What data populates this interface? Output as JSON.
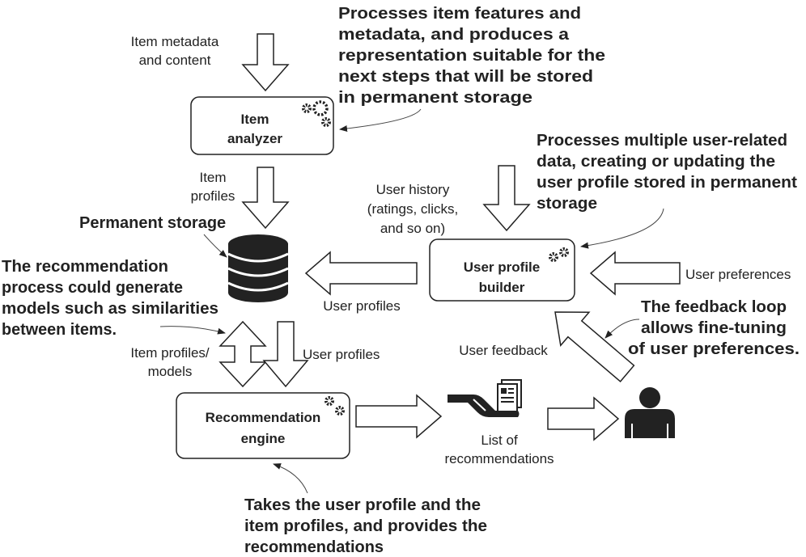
{
  "labels": {
    "item_metadata": [
      "Item metadata",
      "and content"
    ],
    "item_profiles": [
      "Item",
      "profiles"
    ],
    "user_history": [
      "User history",
      "(ratings, clicks,",
      "and so on)"
    ],
    "user_profiles_left": "User profiles",
    "item_profiles_models": [
      "Item profiles/",
      "models"
    ],
    "user_profiles_down": "User profiles",
    "user_preferences": "User preferences",
    "user_feedback": "User feedback",
    "list_of_recommendations": [
      "List of",
      "recommendations"
    ]
  },
  "boxes": {
    "item_analyzer": [
      "Item",
      "analyzer"
    ],
    "user_profile_builder": [
      "User profile",
      "builder"
    ],
    "recommendation_engine": [
      "Recommendation",
      "engine"
    ]
  },
  "storage_title": "Permanent storage",
  "notes": {
    "item_analyzer": [
      "Processes item features and",
      "metadata, and produces a",
      "representation suitable for the",
      "next steps that will be stored",
      "in permanent storage"
    ],
    "user_profile_builder": [
      "Processes multiple user-related",
      "data, creating or updating the",
      "user profile stored in permanent",
      "storage"
    ],
    "recommendation_process": [
      "The recommendation",
      "process could generate",
      "models such as similarities",
      "between items."
    ],
    "feedback_loop": [
      "The feedback loop",
      "allows fine-tuning",
      "of user preferences."
    ],
    "recommendation_engine": [
      "Takes the user profile and the",
      "item profiles, and provides the",
      "recommendations"
    ]
  },
  "icons": [
    "gears-icon",
    "database-icon",
    "hand-with-document-icon",
    "person-icon"
  ],
  "colors": {
    "ink": "#222222",
    "background": "#ffffff"
  }
}
